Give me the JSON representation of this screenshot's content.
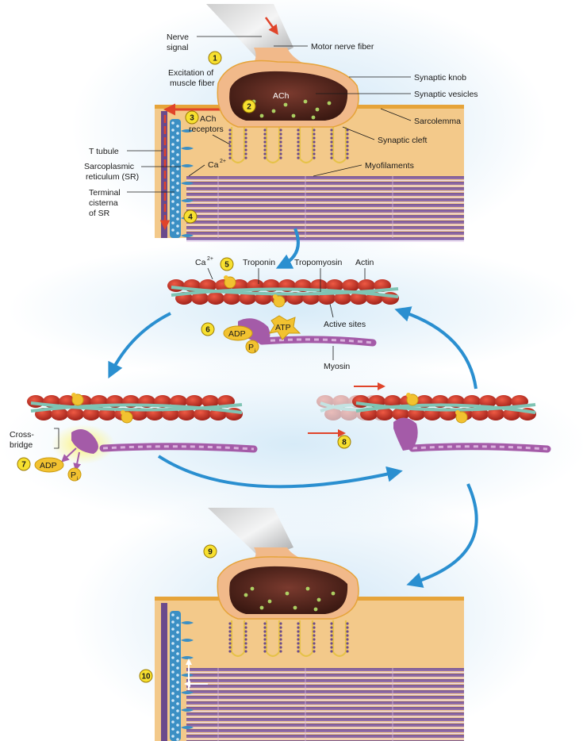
{
  "labels": {
    "nerve_signal_1": "Nerve",
    "nerve_signal_2": "signal",
    "motor_nerve_fiber": "Motor nerve fiber",
    "synaptic_knob": "Synaptic knob",
    "synaptic_vesicles": "Synaptic vesicles",
    "sarcolemma": "Sarcolemma",
    "synaptic_cleft": "Synaptic cleft",
    "myofilaments": "Myofilaments",
    "excitation_1": "Excitation of",
    "excitation_2": "muscle fiber",
    "ach": "ACh",
    "ach_receptors_1": "ACh",
    "ach_receptors_2": "receptors",
    "t_tubule": "T tubule",
    "sr_1": "Sarcoplasmic",
    "sr_2": "reticulum (SR)",
    "ca_top": "Ca",
    "terminal_1": "Terminal",
    "terminal_2": "cisterna",
    "terminal_3": "of SR",
    "ca_mid": "Ca",
    "ca_sup": "2+",
    "troponin": "Troponin",
    "tropomyosin": "Tropomyosin",
    "actin": "Actin",
    "active_sites": "Active sites",
    "adp": "ADP",
    "atp": "ATP",
    "pi": "P",
    "pi_sub": "i",
    "myosin": "Myosin",
    "cross_bridge_1": "Cross-",
    "cross_bridge_2": "bridge",
    "adp_7": "ADP",
    "pi_7": "P",
    "pi_7_sub": "i"
  },
  "steps": [
    "1",
    "2",
    "3",
    "4",
    "5",
    "6",
    "7",
    "8",
    "9",
    "10"
  ],
  "colors": {
    "sarcoplasm": "#f3c98a",
    "sarcolemma": "#e6a43a",
    "actin": "#c9352a",
    "tropomyosin": "#7fc4b4",
    "troponin": "#f2c230",
    "myosin": "#a45ba8",
    "arrow_blue": "#2a8fd0",
    "signal_red": "#e0442a",
    "step_yellow": "#f7e030",
    "knob": "#5a2a22",
    "glow": "#cfe6f6"
  }
}
